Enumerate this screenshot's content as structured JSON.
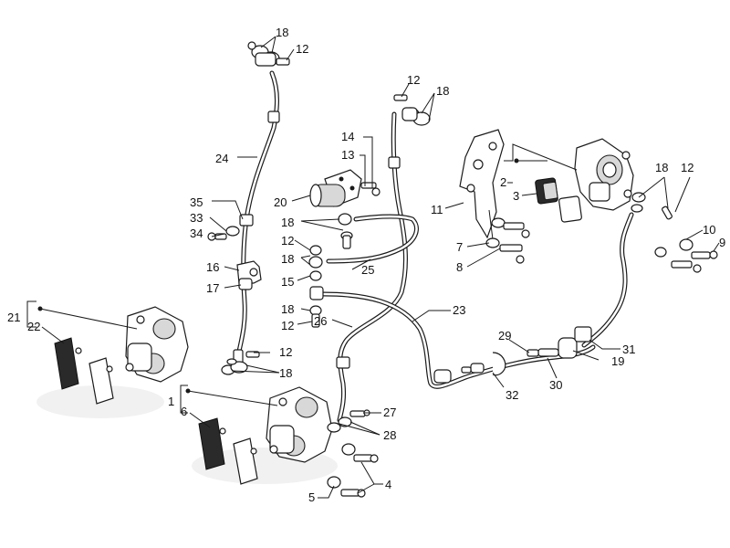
{
  "diagram": {
    "callouts": [
      {
        "id": "c18a",
        "text": "18"
      },
      {
        "id": "c12a",
        "text": "12"
      },
      {
        "id": "c12b",
        "text": "12"
      },
      {
        "id": "c18b",
        "text": "18"
      },
      {
        "id": "c14",
        "text": "14"
      },
      {
        "id": "c13",
        "text": "13"
      },
      {
        "id": "c24",
        "text": "24"
      },
      {
        "id": "c20",
        "text": "20"
      },
      {
        "id": "c35",
        "text": "35"
      },
      {
        "id": "c33",
        "text": "33"
      },
      {
        "id": "c34",
        "text": "34"
      },
      {
        "id": "c18c",
        "text": "18"
      },
      {
        "id": "c12c",
        "text": "12"
      },
      {
        "id": "c18d",
        "text": "18"
      },
      {
        "id": "c15",
        "text": "15"
      },
      {
        "id": "c18e",
        "text": "18"
      },
      {
        "id": "c12d",
        "text": "12"
      },
      {
        "id": "c16",
        "text": "16"
      },
      {
        "id": "c17",
        "text": "17"
      },
      {
        "id": "c25",
        "text": "25"
      },
      {
        "id": "c26",
        "text": "26"
      },
      {
        "id": "c23",
        "text": "23"
      },
      {
        "id": "c21",
        "text": "21"
      },
      {
        "id": "c22",
        "text": "22"
      },
      {
        "id": "c12e",
        "text": "12"
      },
      {
        "id": "c18f",
        "text": "18"
      },
      {
        "id": "c1",
        "text": "1"
      },
      {
        "id": "c6",
        "text": "6"
      },
      {
        "id": "c27",
        "text": "27"
      },
      {
        "id": "c28",
        "text": "28"
      },
      {
        "id": "c4",
        "text": "4"
      },
      {
        "id": "c5",
        "text": "5"
      },
      {
        "id": "c11",
        "text": "11"
      },
      {
        "id": "c2",
        "text": "2"
      },
      {
        "id": "c3",
        "text": "3"
      },
      {
        "id": "c7",
        "text": "7"
      },
      {
        "id": "c8",
        "text": "8"
      },
      {
        "id": "c18g",
        "text": "18"
      },
      {
        "id": "c12f",
        "text": "12"
      },
      {
        "id": "c10",
        "text": "10"
      },
      {
        "id": "c9",
        "text": "9"
      },
      {
        "id": "c29",
        "text": "29"
      },
      {
        "id": "c30",
        "text": "30"
      },
      {
        "id": "c31",
        "text": "31"
      },
      {
        "id": "c19",
        "text": "19"
      },
      {
        "id": "c32",
        "text": "32"
      }
    ]
  }
}
